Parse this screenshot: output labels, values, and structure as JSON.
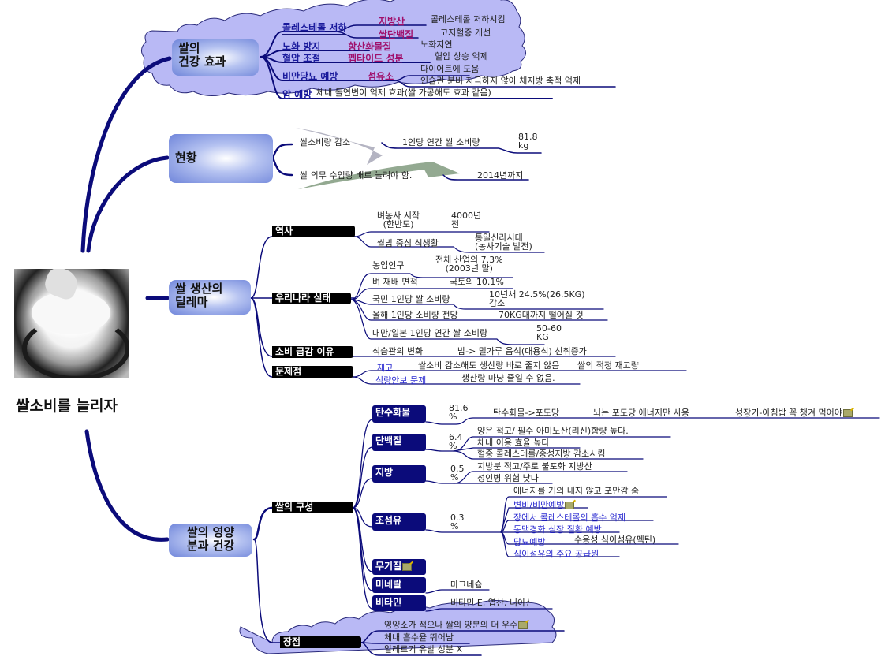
{
  "root": {
    "title": "쌀소비를 늘리자",
    "image": "rice-pot-photo"
  },
  "branches": {
    "health": {
      "title": "쌀의\n건강 효과",
      "items": [
        {
          "label": "콜레스테롤 저하",
          "children": [
            {
              "label": "지방산",
              "detail": "콜레스테롤 저하시킴"
            },
            {
              "label": "쌀단백질",
              "detail": "고지혈증 개선"
            }
          ]
        },
        {
          "label": "노화 방지",
          "children": [
            {
              "label": "항산화물질",
              "detail": "노화지연"
            }
          ]
        },
        {
          "label": "혈압 조절",
          "children": [
            {
              "label": "펩타이드 성분",
              "detail": "혈압 상승 억제"
            }
          ]
        },
        {
          "label": "비만당뇨 예방",
          "children": [
            {
              "label": "섬유소",
              "details": [
                "다이어트에 도움",
                "인슐린 분비 자극하지 않아 체지방 축적 억제"
              ]
            }
          ]
        },
        {
          "label": "암 예방",
          "detail": "체내 돌연변이 억제 효과(쌀 가공해도 효과 같음)"
        }
      ]
    },
    "status": {
      "title": "현황",
      "items": [
        {
          "label": "쌀소비량 감소",
          "sub": "1인당 연간 쌀 소비량",
          "value": "81.8\nkg"
        },
        {
          "label": "쌀 의무 수입량 배로 늘려야 함.",
          "sub": "2014년까지"
        }
      ]
    },
    "dilemma": {
      "title": "쌀 생산의\n딜레마",
      "history": {
        "label": "역사",
        "items": [
          {
            "label": "벼농사 시작\n(한반도)",
            "value": "4000년\n전"
          },
          {
            "label": "쌀밥 중심 식생활",
            "value": "통일신라시대\n(농사기술 발전)"
          }
        ]
      },
      "reality": {
        "label": "우리나라 실태",
        "items": [
          {
            "label": "농업인구",
            "value": "전체 산업의 7.3%\n(2003년 말)"
          },
          {
            "label": "벼 재배 면적",
            "value": "국토의 10.1%"
          },
          {
            "label": "국민 1인당 쌀 소비량",
            "value": "10년새 24.5%(26.5KG)\n감소"
          },
          {
            "label": "올해 1인당 소비량 전망",
            "value": "70KG대까지 떨어질 것"
          },
          {
            "label": "대만/일본 1인당 연간 쌀 소비량",
            "value": "50-60\nKG"
          }
        ]
      },
      "decline_reason": {
        "label": "소비 급감 이유",
        "item": "식습관의 변화",
        "value": "밥-> 밀가루 음식(대용식) 선취증가"
      },
      "problems": {
        "label": "문제점",
        "items": [
          {
            "label": "재고",
            "value": "쌀소비 감소해도 생산량 바로 줄지 않음",
            "extra": "쌀의 적정 재고량"
          },
          {
            "label": "식량안보 문제",
            "value": "생산량 마냥 줄일 수 없음."
          }
        ]
      }
    },
    "nutrition": {
      "title": "쌀의 영양\n분과 건강",
      "composition": {
        "label": "쌀의 구성",
        "items": [
          {
            "label": "탄수화물",
            "pct": "81.6\n%",
            "chain": [
              "탄수화물->포도당",
              "뇌는 포도당 에너지만 사용",
              "성장기-아침밥 꼭 챙겨 먹어야"
            ]
          },
          {
            "label": "단백질",
            "pct": "6.4\n%",
            "details": [
              "양은 적고/ 필수 아미노산(리신)함량 높다.",
              "체내 이용 효율 높다",
              "혈중 콜레스테롤/중성지방 감소시킴"
            ]
          },
          {
            "label": "지방",
            "pct": "0.5\n%",
            "details": [
              "지방분 적고/주로 불포화 지방산",
              "성인병 위험 낮다"
            ]
          },
          {
            "label": "조섬유",
            "pct": "0.3\n%",
            "details": [
              "에너지를 거의 내지 않고 포만감 줌",
              "변비/비만예방",
              "장에서 콜레스테롤의 흡수 억제",
              "동맥경화 심장 질환 예방",
              "당뇨예방",
              "식이섬유의 주요 공급원"
            ],
            "sub_detail": "수용성 식이섬유(펙틴)"
          },
          {
            "label": "무기질"
          },
          {
            "label": "미네랄",
            "detail": "마그네슘"
          },
          {
            "label": "비타민",
            "detail": "비타민 E, 엽산, 니아신"
          }
        ]
      },
      "advantages": {
        "label": "장점",
        "items": [
          "영양소가 적으나 쌀의 양분의 더 우수",
          "체내 흡수율 뛰어남",
          "알레르기 유발 성분 X"
        ]
      }
    }
  },
  "colors": {
    "link": "#0b0b7a",
    "cloud": "#b9b9f5",
    "node_blue": "#6f85da",
    "magenta": "#a0106c",
    "text_blue": "#1a1a9c"
  }
}
